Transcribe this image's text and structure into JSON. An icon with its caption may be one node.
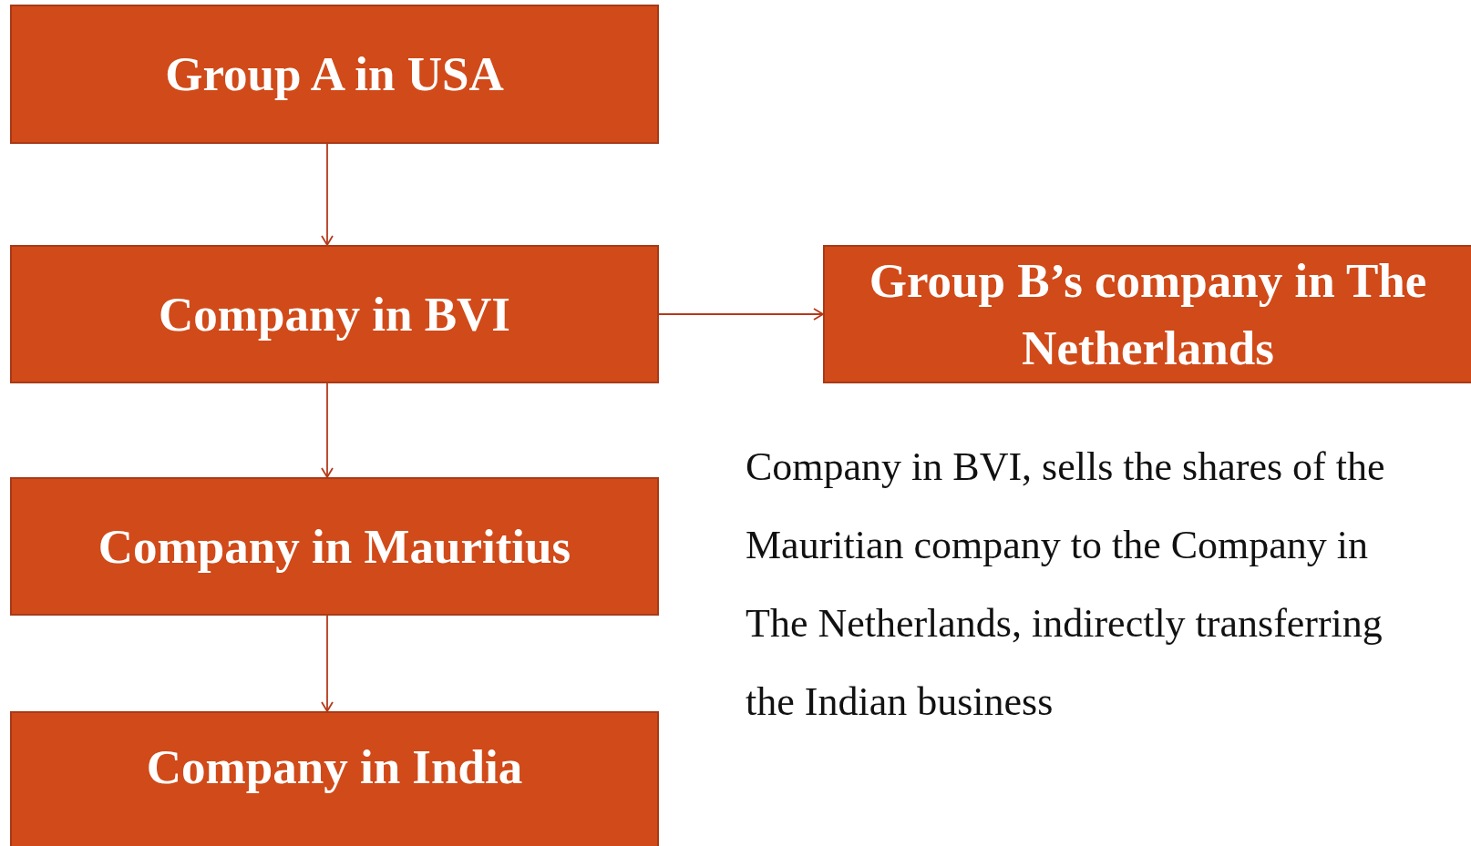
{
  "diagram": {
    "nodes": [
      {
        "text": [
          "Group A in USA"
        ]
      },
      {
        "text": [
          "Company in BVI"
        ]
      },
      {
        "text": [
          "Company in Mauritius"
        ]
      },
      {
        "text": [
          "Company in India"
        ]
      },
      {
        "text": [
          "Group B’s company in The Netherlands"
        ]
      }
    ],
    "edges": [
      {
        "from": 0,
        "to": 1,
        "arrow": "to"
      },
      {
        "from": 1,
        "to": 2,
        "arrow": "to"
      },
      {
        "from": 2,
        "to": 3,
        "arrow": "to"
      },
      {
        "from": 1,
        "to": 4,
        "arrow": "to"
      }
    ],
    "labels": [
      "Company in BVI, sells the shares of the Mauritian company to the Company in The Netherlands, indirectly transferring the Indian business"
    ]
  }
}
